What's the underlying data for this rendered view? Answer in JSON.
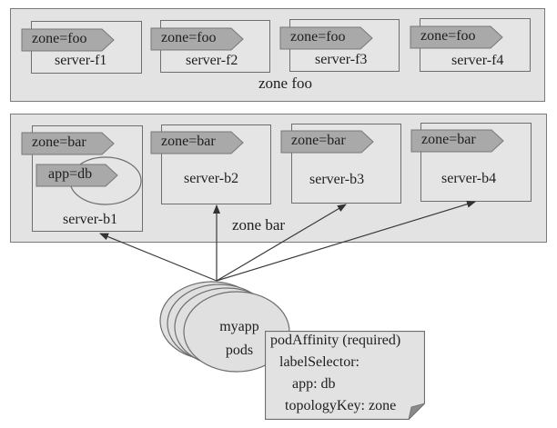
{
  "zones": [
    {
      "name": "zone foo",
      "servers": [
        {
          "name": "server-f1",
          "labels": [
            "zone=foo"
          ]
        },
        {
          "name": "server-f2",
          "labels": [
            "zone=foo"
          ]
        },
        {
          "name": "server-f3",
          "labels": [
            "zone=foo"
          ]
        },
        {
          "name": "server-f4",
          "labels": [
            "zone=foo"
          ]
        }
      ]
    },
    {
      "name": "zone bar",
      "servers": [
        {
          "name": "server-b1",
          "labels": [
            "zone=bar"
          ],
          "pod_label": "app=db"
        },
        {
          "name": "server-b2",
          "labels": [
            "zone=bar"
          ]
        },
        {
          "name": "server-b3",
          "labels": [
            "zone=bar"
          ]
        },
        {
          "name": "server-b4",
          "labels": [
            "zone=bar"
          ]
        }
      ]
    }
  ],
  "pods": {
    "line1": "myapp",
    "line2": "pods",
    "targets": [
      "server-b1",
      "server-b2",
      "server-b3",
      "server-b4"
    ]
  },
  "note": {
    "lines": [
      "podAffinity (required)",
      "labelSelector:",
      "app: db",
      "topologyKey: zone"
    ]
  },
  "colors": {
    "zone_fill": "#e3e3e3",
    "tag_fill": "#a9a9a9",
    "stroke": "#6e6e6e",
    "background": "#ffffff"
  }
}
